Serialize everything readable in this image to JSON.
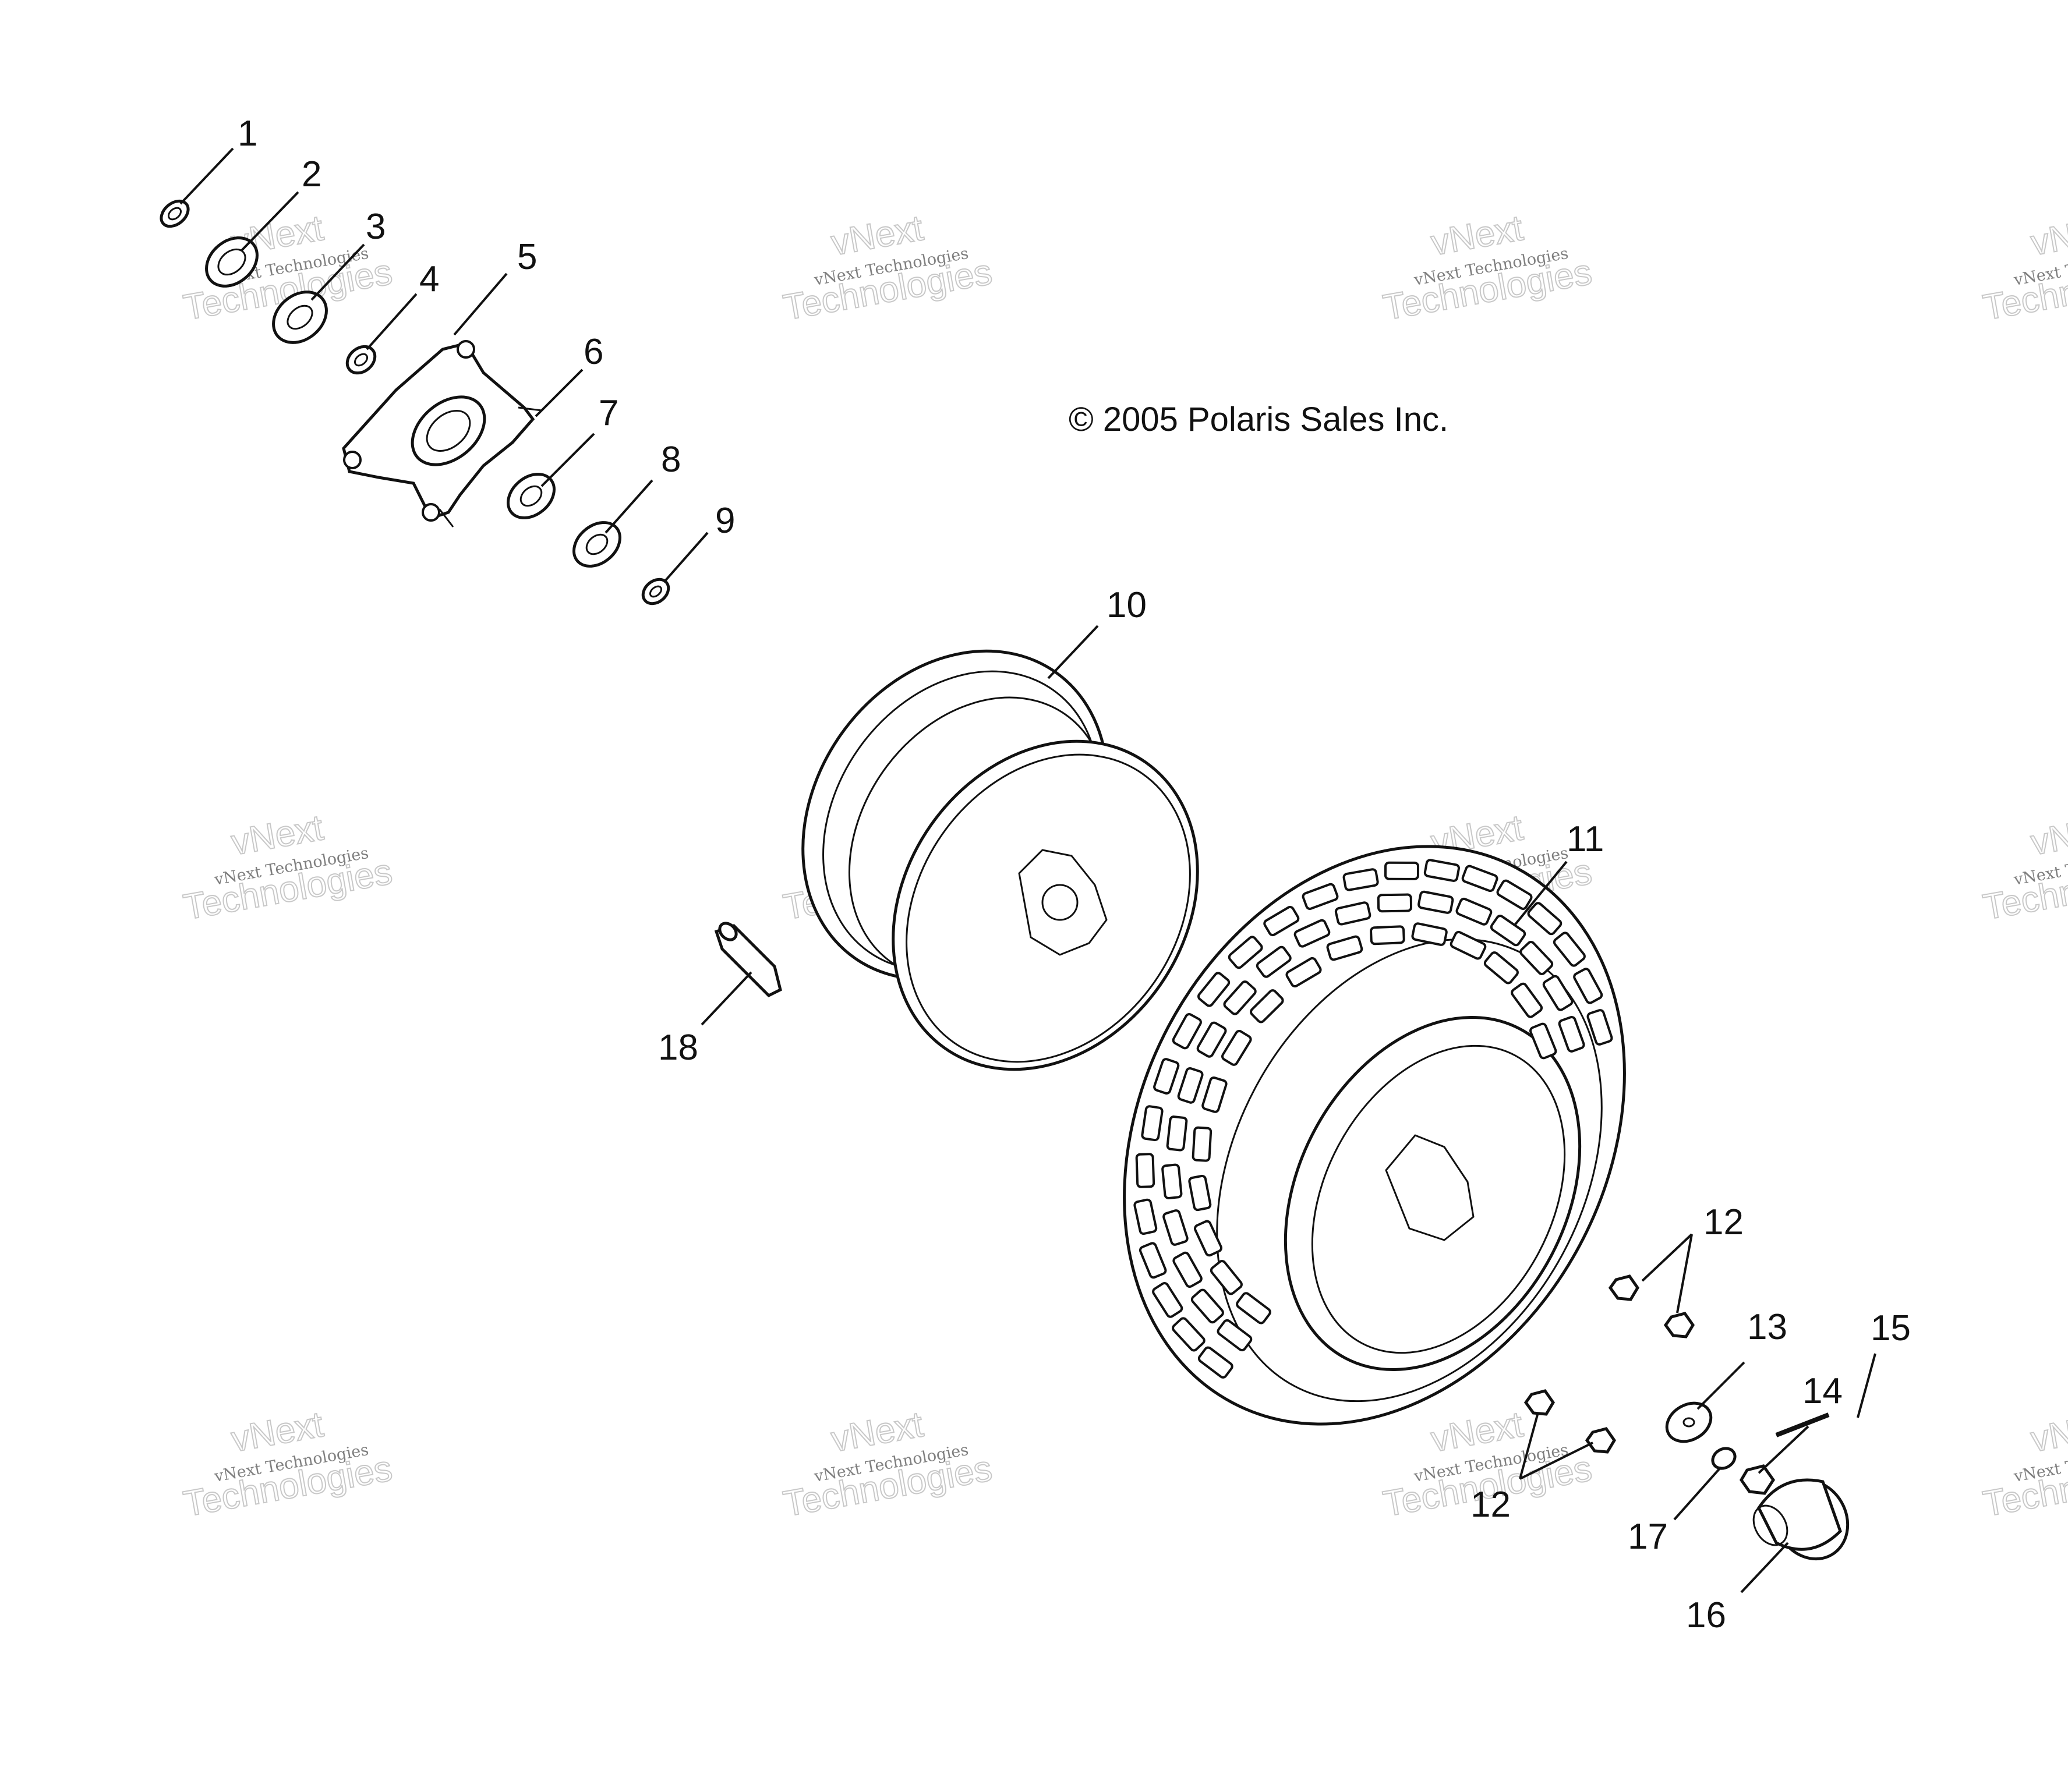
{
  "copyright": "© 2005 Polaris Sales Inc.",
  "watermark": {
    "line1": "vNext Technologies",
    "line2": "Technologies",
    "line3": "vNext"
  },
  "callouts": [
    "1",
    "2",
    "3",
    "4",
    "5",
    "6",
    "7",
    "8",
    "9",
    "10",
    "11",
    "12",
    "13",
    "14",
    "15",
    "16",
    "17",
    "18"
  ],
  "callout_12_repeat": "12"
}
